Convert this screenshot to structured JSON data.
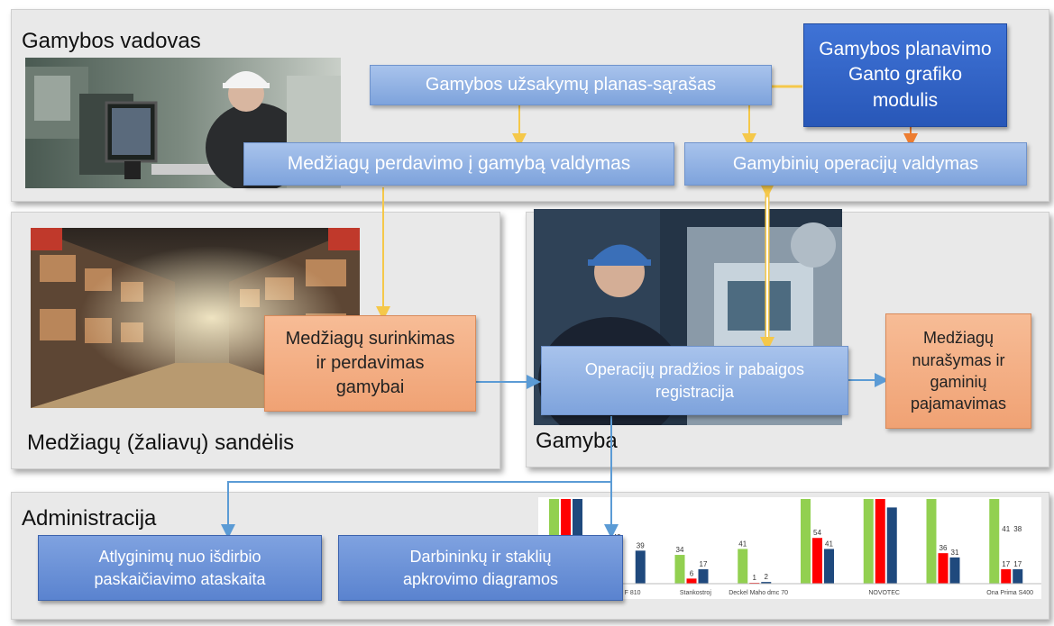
{
  "panels": {
    "management": "Gamybos vadovas",
    "warehouse": "Medžiagų (žaliavų)  sandėlis",
    "production": "Gamyba",
    "administration": "Administracija"
  },
  "boxes": {
    "orders_plan": "Gamybos užsakymų planas-sąrašas",
    "gantt_module": "Gamybos planavimo Ganto grafiko modulis",
    "material_transfer_mgmt": "Medžiagų perdavimo į gamybą valdymas",
    "operations_mgmt": "Gamybinių operacijų valdymas",
    "material_collection": "Medžiagų surinkimas ir perdavimas gamybai",
    "operation_registration": "Operacijų pradžios ir pabaigos registracija",
    "material_writeoff": "Medžiagų nurašymas ir gaminių pajamavimas",
    "salary_report": "Atlyginimų nuo išdirbio paskaičiavimo ataskaita",
    "workload_charts": "Darbininkų ir staklių apkrovimo diagramos"
  },
  "colors": {
    "arrow_yellow": "#f5c84a",
    "arrow_blue": "#5b9bd5",
    "arrow_orange": "#ed7d31",
    "bar_green": "#92d050",
    "bar_red": "#ff0000",
    "bar_navy": "#1f497d"
  },
  "chart_data": {
    "type": "bar",
    "categories": [
      "",
      "F 810",
      "Stankostroj",
      "Deckel Maho dmc 70",
      "",
      "NOVOTEC",
      "",
      "Ona Prima S400"
    ],
    "series": [
      {
        "values": [
          100,
          49,
          34,
          41,
          100,
          100,
          100,
          100
        ]
      },
      {
        "values": [
          100,
          null,
          6,
          1,
          54,
          100,
          36,
          17
        ]
      },
      {
        "values": [
          100,
          39,
          17,
          2,
          41,
          90,
          31,
          17
        ]
      }
    ],
    "data_labels": [
      [
        "",
        "49",
        "34",
        "41",
        "",
        "",
        "",
        ""
      ],
      [
        "",
        "20",
        "6",
        "1",
        "54",
        "",
        "36",
        "17"
      ],
      [
        "",
        "39",
        "17",
        "2",
        "41",
        "",
        "31",
        "17"
      ]
    ],
    "extra_labels": [
      "41",
      "38"
    ],
    "ylim": [
      0,
      100
    ]
  }
}
